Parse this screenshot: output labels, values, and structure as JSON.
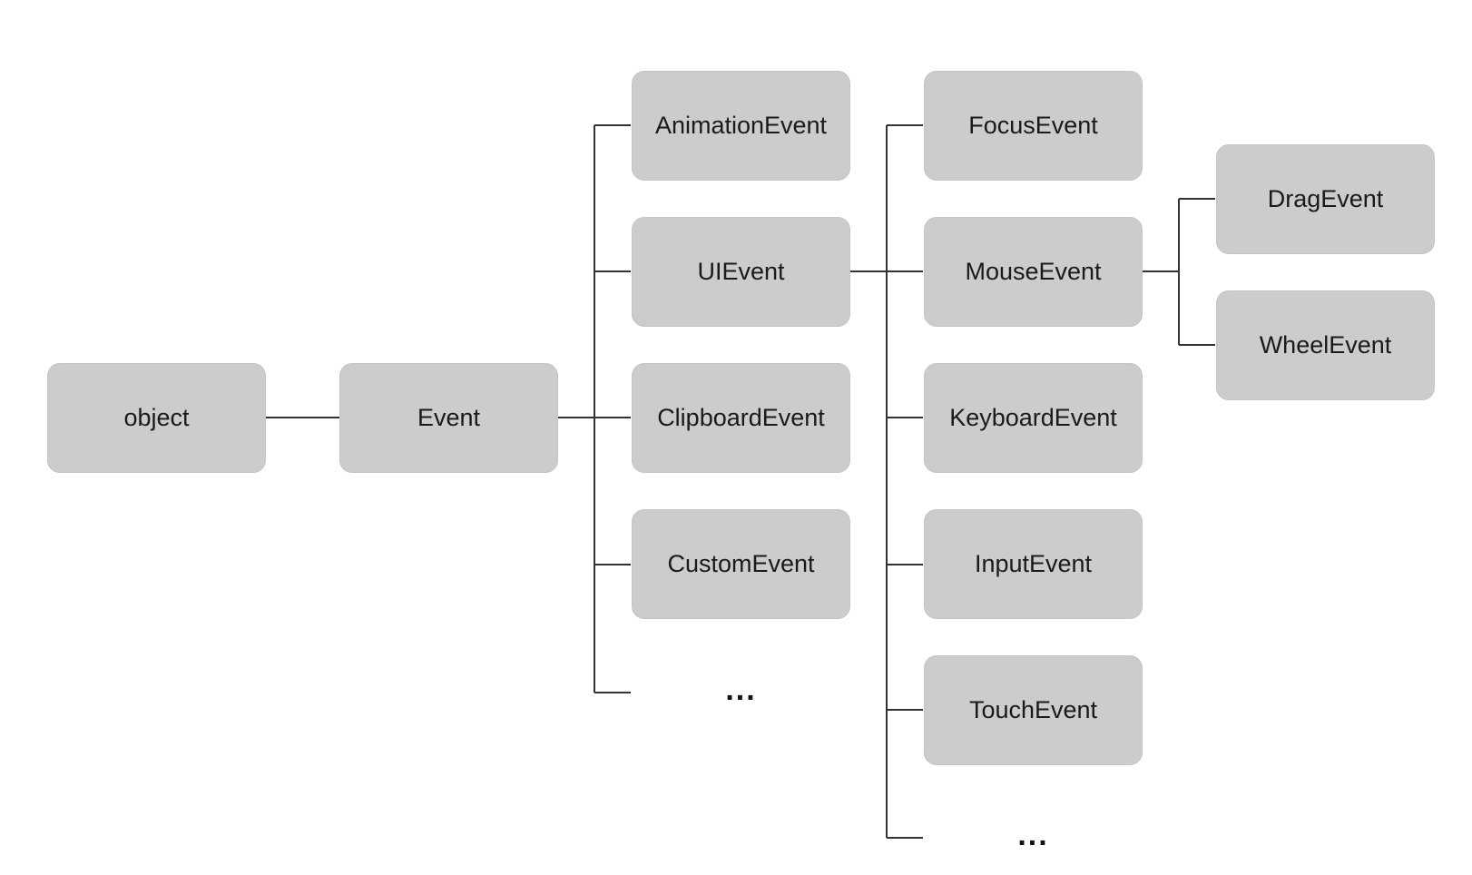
{
  "nodes": {
    "object": "object",
    "event": "Event",
    "animation_event": "AnimationEvent",
    "ui_event": "UIEvent",
    "clipboard_event": "ClipboardEvent",
    "custom_event": "CustomEvent",
    "event_more": "...",
    "focus_event": "FocusEvent",
    "mouse_event": "MouseEvent",
    "keyboard_event": "KeyboardEvent",
    "input_event": "InputEvent",
    "touch_event": "TouchEvent",
    "ui_event_more": "...",
    "drag_event": "DragEvent",
    "wheel_event": "WheelEvent"
  },
  "colors": {
    "node_fill": "#cccccc",
    "connector": "#333333"
  }
}
